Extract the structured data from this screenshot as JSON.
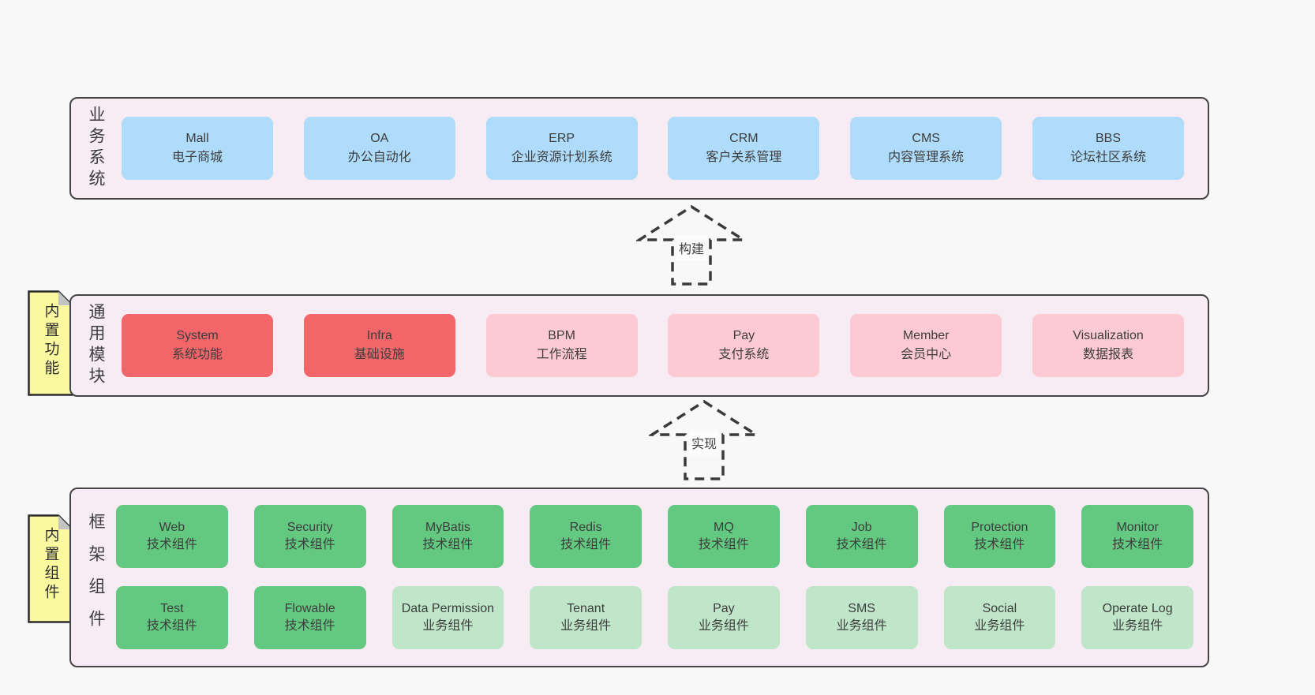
{
  "colors": {
    "bg": "#f8f8f8",
    "panel": "#f7ecf4",
    "border": "#454545",
    "text": "#3d3d3d",
    "blue": "#aedcfa",
    "red": "#f2666a",
    "pink": "#fdcad3",
    "green": "#63c981",
    "green-light": "#c0e6c9",
    "yellow": "#fbf99f",
    "fold": "#c4c4c4",
    "arrow": "#3a3a3a"
  },
  "layers": [
    {
      "label": "业务系统",
      "boxes": [
        {
          "title": "Mall",
          "subtitle": "电子商城",
          "variant": "blue"
        },
        {
          "title": "OA",
          "subtitle": "办公自动化",
          "variant": "blue"
        },
        {
          "title": "ERP",
          "subtitle": "企业资源计划系统",
          "variant": "blue"
        },
        {
          "title": "CRM",
          "subtitle": "客户关系管理",
          "variant": "blue"
        },
        {
          "title": "CMS",
          "subtitle": "内容管理系统",
          "variant": "blue"
        },
        {
          "title": "BBS",
          "subtitle": "论坛社区系统",
          "variant": "blue"
        }
      ]
    },
    {
      "label": "通用模块",
      "boxes": [
        {
          "title": "System",
          "subtitle": "系统功能",
          "variant": "red"
        },
        {
          "title": "Infra",
          "subtitle": "基础设施",
          "variant": "red"
        },
        {
          "title": "BPM",
          "subtitle": "工作流程",
          "variant": "pink"
        },
        {
          "title": "Pay",
          "subtitle": "支付系统",
          "variant": "pink"
        },
        {
          "title": "Member",
          "subtitle": "会员中心",
          "variant": "pink"
        },
        {
          "title": "Visualization",
          "subtitle": "数据报表",
          "variant": "pink"
        }
      ]
    },
    {
      "label": "框架组件",
      "rows": [
        {
          "boxes": [
            {
              "title": "Web",
              "subtitle": "技术组件",
              "variant": "green"
            },
            {
              "title": "Security",
              "subtitle": "技术组件",
              "variant": "green"
            },
            {
              "title": "MyBatis",
              "subtitle": "技术组件",
              "variant": "green"
            },
            {
              "title": "Redis",
              "subtitle": "技术组件",
              "variant": "green"
            },
            {
              "title": "MQ",
              "subtitle": "技术组件",
              "variant": "green"
            },
            {
              "title": "Job",
              "subtitle": "技术组件",
              "variant": "green"
            },
            {
              "title": "Protection",
              "subtitle": "技术组件",
              "variant": "green"
            },
            {
              "title": "Monitor",
              "subtitle": "技术组件",
              "variant": "green"
            }
          ]
        },
        {
          "boxes": [
            {
              "title": "Test",
              "subtitle": "技术组件",
              "variant": "green"
            },
            {
              "title": "Flowable",
              "subtitle": "技术组件",
              "variant": "green"
            },
            {
              "title": "Data Permission",
              "subtitle": "业务组件",
              "variant": "green-light"
            },
            {
              "title": "Tenant",
              "subtitle": "业务组件",
              "variant": "green-light"
            },
            {
              "title": "Pay",
              "subtitle": "业务组件",
              "variant": "green-light"
            },
            {
              "title": "SMS",
              "subtitle": "业务组件",
              "variant": "green-light"
            },
            {
              "title": "Social",
              "subtitle": "业务组件",
              "variant": "green-light"
            },
            {
              "title": "Operate Log",
              "subtitle": "业务组件",
              "variant": "green-light"
            }
          ]
        }
      ]
    }
  ],
  "arrows": [
    {
      "label": "构建"
    },
    {
      "label": "实现"
    }
  ],
  "notes": [
    {
      "text": "内置功能"
    },
    {
      "text": "内置组件"
    }
  ]
}
